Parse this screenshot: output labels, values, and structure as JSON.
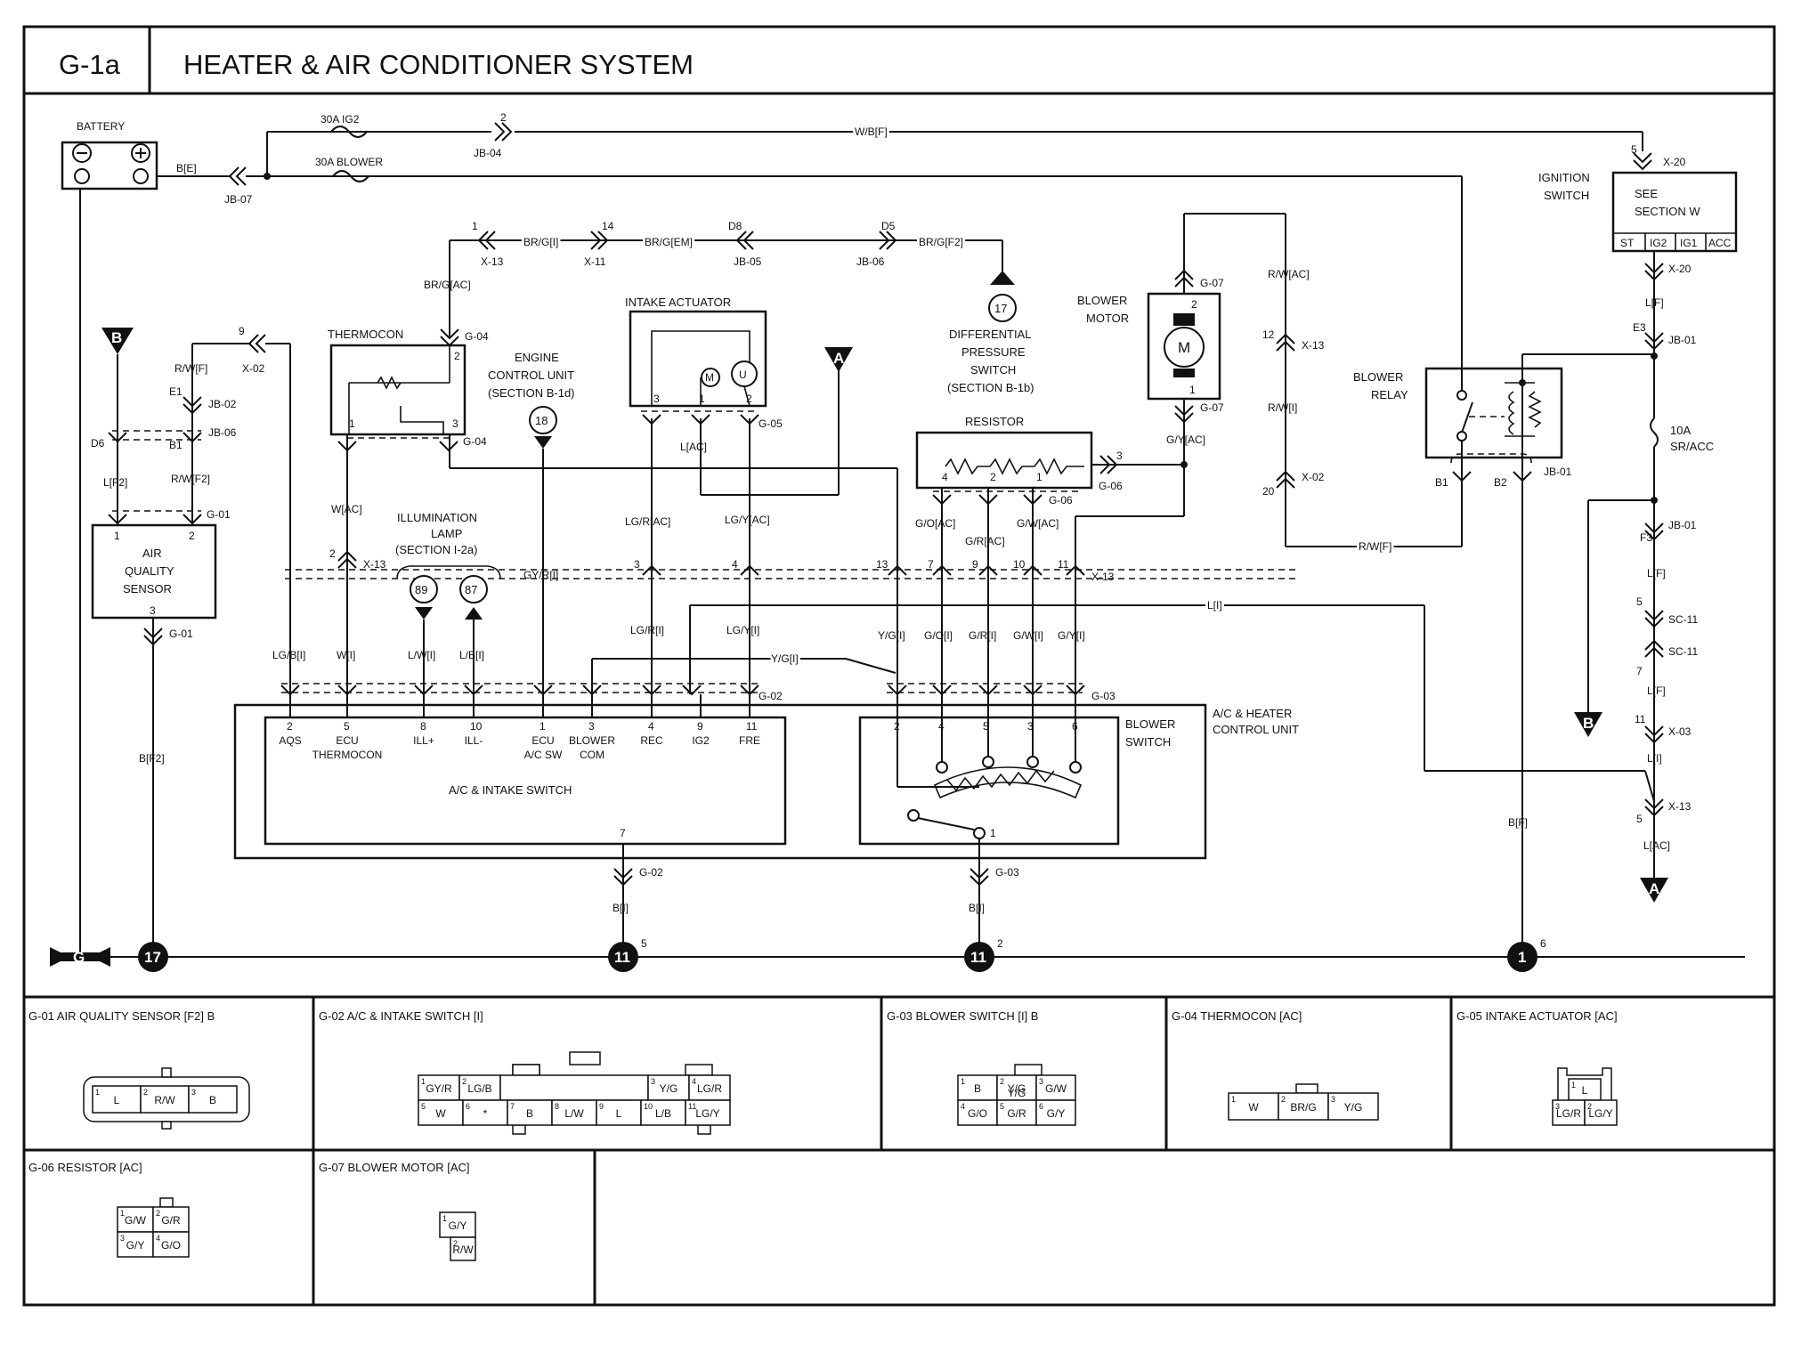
{
  "header": {
    "code": "G-1a",
    "title": "HEATER & AIR CONDITIONER SYSTEM"
  },
  "components": {
    "battery": "BATTERY",
    "fuse_ig2": "30A IG2",
    "fuse_blower": "30A BLOWER",
    "ignition_switch": [
      "IGNITION",
      "SWITCH"
    ],
    "see_section_w": [
      "SEE",
      "SECTION W"
    ],
    "ign_terminals": [
      "ST",
      "IG2",
      "IG1",
      "ACC"
    ],
    "thermocon": "THERMOCON",
    "intake_actuator": "INTAKE ACTUATOR",
    "engine_control_unit": [
      "ENGINE",
      "CONTROL UNIT",
      "(SECTION B-1d)"
    ],
    "differential_pressure_switch": [
      "DIFFERENTIAL",
      "PRESSURE",
      "SWITCH",
      "(SECTION B-1b)"
    ],
    "blower_motor": [
      "BLOWER",
      "MOTOR"
    ],
    "resistor": "RESISTOR",
    "blower_relay": [
      "BLOWER",
      "RELAY"
    ],
    "fuse_10a": [
      "10A",
      "SR/ACC"
    ],
    "illumination_lamp": [
      "ILLUMINATION",
      "LAMP",
      "(SECTION I-2a)"
    ],
    "air_quality_sensor": [
      "AIR",
      "QUALITY",
      "SENSOR"
    ],
    "ac_heater_control_unit": [
      "A/C & HEATER",
      "CONTROL UNIT"
    ],
    "blower_switch": [
      "BLOWER",
      "SWITCH"
    ],
    "ac_intake_switch": "A/C & INTAKE SWITCH",
    "motor_symbol": "M",
    "ac_intake_terminals": [
      {
        "pin": "2",
        "name": [
          "AQS"
        ]
      },
      {
        "pin": "5",
        "name": [
          "ECU",
          "THERMOCON"
        ]
      },
      {
        "pin": "8",
        "name": [
          "ILL+"
        ]
      },
      {
        "pin": "10",
        "name": [
          "ILL-"
        ]
      },
      {
        "pin": "1",
        "name": [
          "ECU",
          "A/C SW"
        ]
      },
      {
        "pin": "3",
        "name": [
          "BLOWER",
          "COM"
        ]
      },
      {
        "pin": "4",
        "name": [
          "REC"
        ]
      },
      {
        "pin": "9",
        "name": [
          "IG2"
        ]
      },
      {
        "pin": "11",
        "name": [
          "FRE"
        ]
      }
    ]
  },
  "references": {
    "circle_17": "17",
    "circle_18": "18",
    "circle_89": "89",
    "circle_87": "87",
    "flag_a": "A",
    "flag_b": "B"
  },
  "connectors": {
    "jb04": "JB-04",
    "jb07": "JB-07",
    "x13": "X-13",
    "x11": "X-11",
    "jb05": "JB-05",
    "jb06": "JB-06",
    "g04": "G-04",
    "g05": "G-05",
    "g07": "G-07",
    "g06": "G-06",
    "x02": "X-02",
    "jb02": "JB-02",
    "g01": "G-01",
    "g02": "G-02",
    "g03": "G-03",
    "x20": "X-20",
    "jb01": "JB-01",
    "sc11": "SC-11",
    "x03": "X-03"
  },
  "wires": {
    "wb_f": "W/B[F]",
    "b_e": "B[E]",
    "br_g_i": "BR/G[I]",
    "br_g_em": "BR/G[EM]",
    "br_g_f2": "BR/G[F2]",
    "br_g_ac": "BR/G[AC]",
    "r_w_ac": "R/W[AC]",
    "r_w_i": "R/W[I]",
    "r_w_f": "R/W[F]",
    "g_y_ac": "G/Y[AC]",
    "g_o_ac": "G/O[AC]",
    "g_r_ac": "G/R[AC]",
    "g_w_ac": "G/W[AC]",
    "l_ac": "L[AC]",
    "lg_r_ac": "LG/R[AC]",
    "lg_y_ac": "LG/Y[AC]",
    "w_ac": "W[AC]",
    "gy_r_i": "GY/R[I]",
    "lg_r_i": "LG/R[I]",
    "lg_y_i": "LG/Y[I]",
    "y_g_i": "Y/G[I]",
    "g_o_i": "G/O[I]",
    "g_r_i": "G/R[I]",
    "g_w_i": "G/W[I]",
    "g_y_i": "G/Y[I]",
    "l_i": "L[I]",
    "lg_b_i": "LG/B[I]",
    "w_i": "W[I]",
    "l_w_i": "L/W[I]",
    "l_b_i": "L/B[I]",
    "b_f2": "B[F2]",
    "b_i": "B[I]",
    "b_f": "B[F]",
    "l_f": "L[F]",
    "l_f2": "L[F2]",
    "r_w_f_jb": "R/W[F]",
    "r_w_f2": "R/W[F2]",
    "pins": {
      "e1": "E1",
      "b1": "B1",
      "d6": "D6",
      "e3": "E3",
      "f3": "F3",
      "d8": "D8",
      "d5": "D5",
      "relay_b1": "B1",
      "relay_b2": "B2"
    }
  },
  "ground_points": [
    {
      "label": "G"
    },
    {
      "label": "17"
    },
    {
      "label": "11",
      "pin": "5"
    },
    {
      "label": "11",
      "pin": "2"
    },
    {
      "label": "1",
      "pin": "6"
    }
  ],
  "connector_views": [
    {
      "title": "G-01 AIR QUALITY SENSOR [F2] B",
      "cells": [
        [
          "1",
          "L"
        ],
        [
          "2",
          "R/W"
        ],
        [
          "3",
          "B"
        ]
      ]
    },
    {
      "title": "G-02 A/C & INTAKE SWITCH [I]",
      "top": [
        [
          "1",
          "GY/R"
        ],
        [
          "2",
          "LG/B"
        ],
        [
          "",
          ""
        ],
        [
          "3",
          "Y/G"
        ],
        [
          "4",
          "LG/R"
        ]
      ],
      "bottom": [
        [
          "5",
          "W"
        ],
        [
          "6",
          "*"
        ],
        [
          "7",
          "B"
        ],
        [
          "8",
          "L/W"
        ],
        [
          "9",
          "L"
        ],
        [
          "10",
          "L/B"
        ],
        [
          "11",
          "LG/Y"
        ]
      ]
    },
    {
      "title": "G-03 BLOWER SWITCH [I] B",
      "top": [
        [
          "1",
          "B"
        ],
        [
          "2",
          "Y/G"
        ],
        [
          "3",
          "G/W"
        ]
      ],
      "top_extra": "Y/G",
      "bottom": [
        [
          "4",
          "G/O"
        ],
        [
          "5",
          "G/R"
        ],
        [
          "6",
          "G/Y"
        ]
      ]
    },
    {
      "title": "G-04 THERMOCON [AC]",
      "cells": [
        [
          "1",
          "W"
        ],
        [
          "2",
          "BR/G"
        ],
        [
          "3",
          "Y/G"
        ]
      ]
    },
    {
      "title": "G-05 INTAKE ACTUATOR [AC]",
      "top": [
        [
          "1",
          "L"
        ]
      ],
      "bottom": [
        [
          "3",
          "LG/R"
        ],
        [
          "2",
          "LG/Y"
        ]
      ]
    },
    {
      "title": "G-06 RESISTOR [AC]",
      "top": [
        [
          "1",
          "G/W"
        ],
        [
          "2",
          "G/R"
        ]
      ],
      "bottom": [
        [
          "3",
          "G/Y"
        ],
        [
          "4",
          "G/O"
        ]
      ]
    },
    {
      "title": "G-07 BLOWER MOTOR [AC]",
      "top": [
        [
          "1",
          "G/Y"
        ]
      ],
      "bottom": [
        [
          "2",
          "R/W"
        ]
      ]
    }
  ]
}
